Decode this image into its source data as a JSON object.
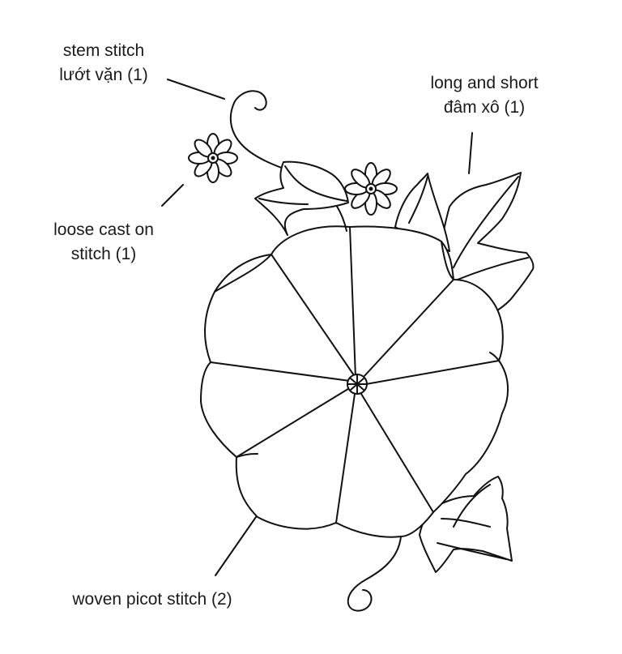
{
  "labels": {
    "stem": {
      "line1": "stem stitch",
      "line2": "lướt vặn (1)"
    },
    "long_short": {
      "line1": "long and short",
      "line2": "đâm xô (1)"
    },
    "loose_cast": {
      "line1": "loose cast on",
      "line2": "stitch (1)"
    },
    "woven_picot": {
      "line1": "woven picot stitch (2)"
    }
  },
  "colors": {
    "ink": "#111111",
    "text": "#1a1a1a",
    "background": "#ffffff"
  }
}
